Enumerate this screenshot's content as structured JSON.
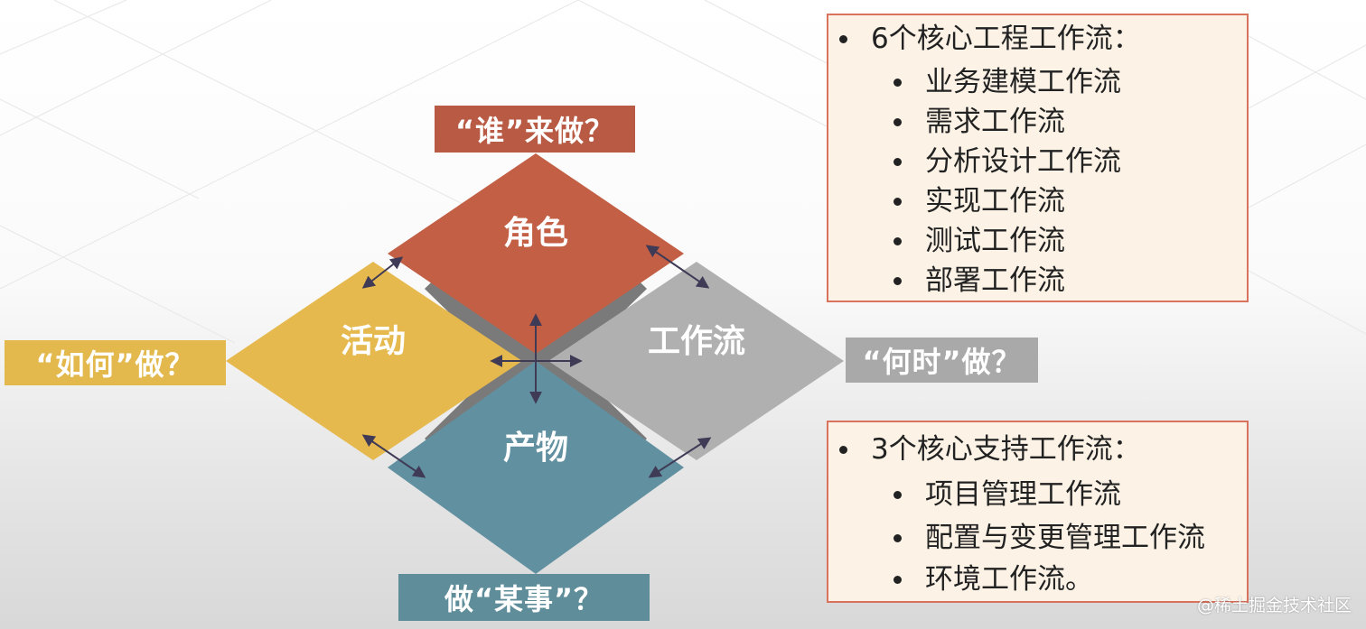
{
  "diagram": {
    "roles": {
      "label": "角色",
      "question": "“谁”来做？",
      "color": "#c25f45",
      "question_color": "#b85a44"
    },
    "activities": {
      "label": "活动",
      "question": "“如何”做？",
      "color": "#e6b94f",
      "question_color": "#e3b84d"
    },
    "workflow": {
      "label": "工作流",
      "question": "“何时”做？",
      "color": "#b0b0b0",
      "question_color": "#a9a9a9"
    },
    "artifacts": {
      "label": "产物",
      "question": "做“某事”？",
      "color": "#6190a0",
      "question_color": "#5f8e9a"
    }
  },
  "core_workflows": {
    "title": "6个核心工程工作流：",
    "items": [
      "业务建模工作流",
      "需求工作流",
      "分析设计工作流",
      "实现工作流",
      "测试工作流",
      "部署工作流"
    ]
  },
  "support_workflows": {
    "title": "3个核心支持工作流：",
    "items": [
      "项目管理工作流",
      "配置与变更管理工作流",
      "环境工作流。"
    ]
  },
  "watermark": "@稀土掘金技术社区",
  "colors": {
    "box_border": "#d9735e",
    "box_fill": "#fcf3e6",
    "arrow": "#3f3a55",
    "gap_band": "#7a7a7a"
  }
}
